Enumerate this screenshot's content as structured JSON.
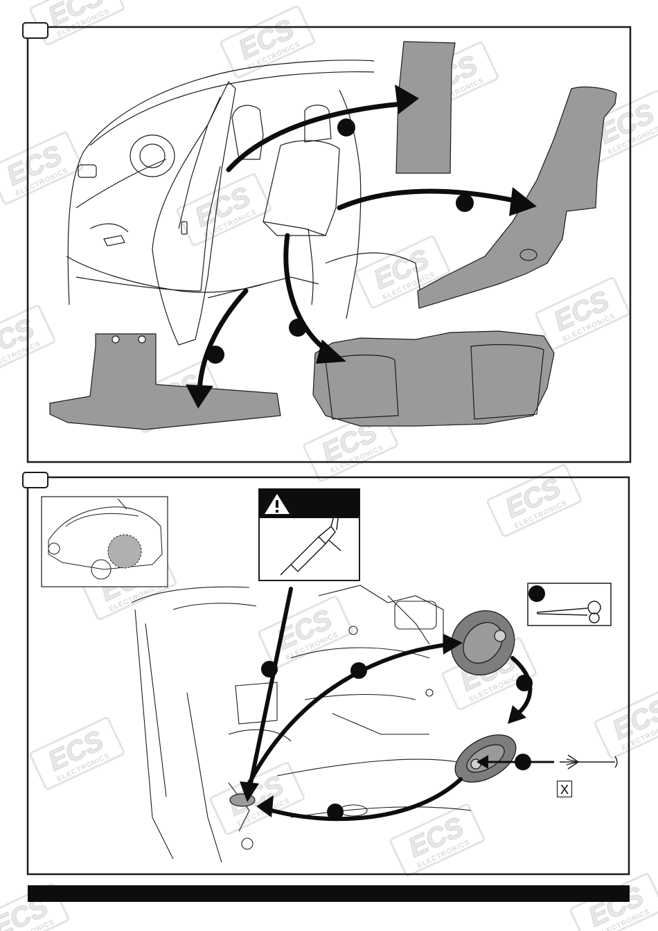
{
  "watermark": {
    "brand": "ECS",
    "sub": "ELECTRONICS"
  },
  "panel2": {
    "cable_label": "X"
  },
  "icons": {
    "warning": "warning-triangle-icon",
    "sealant": "sealant-gun-icon",
    "scissors": "scissors-icon"
  },
  "colors": {
    "part_fill": "#9a9a9a",
    "arrow": "#0d0d0d",
    "line": "#1a1a1a"
  }
}
